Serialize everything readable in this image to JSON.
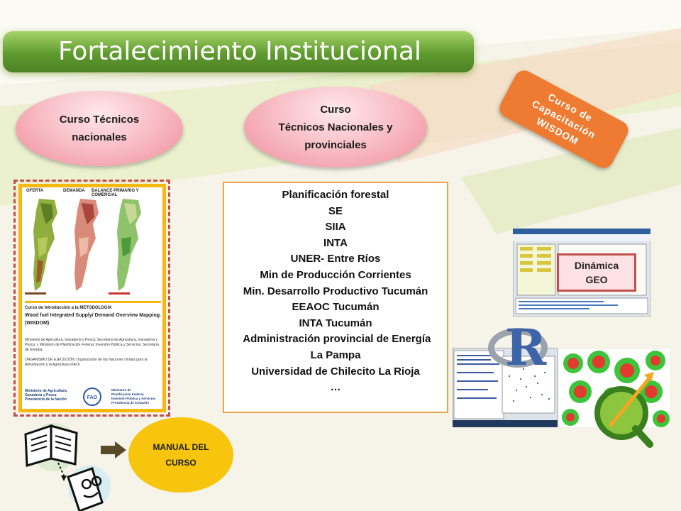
{
  "title": "Fortalecimiento Institucional",
  "oval_left": [
    "Curso Técnicos",
    "nacionales"
  ],
  "oval_center": [
    "Curso",
    "Técnicos Nacionales y",
    "provinciales"
  ],
  "orange_tag": [
    "Curso de",
    "Capacitación",
    "WISDOM"
  ],
  "institutions": [
    "Planificación forestal",
    "SE",
    "SIIA",
    "INTA",
    "UNER- Entre Ríos",
    "Min de Producción Corrientes",
    "Min. Desarrollo Productivo Tucumán",
    "EEAOC Tucumán",
    "INTA Tucumán",
    " Administración provincial de Energía",
    "La Pampa",
    "Universidad de Chilecito La Rioja",
    "…"
  ],
  "document": {
    "map_headers": [
      "OFERTA",
      "DEMANDA",
      "BALANCE PRIMARIO Y COMERCIAL"
    ],
    "course_title": "Curso de Introducción a la METODOLOGÍA",
    "course_subtitle": "Wood fuel Integrated Supply/ Demand Overview Mapping. (WISDOM)",
    "org_text": "Ministerio de Agricultura, Ganadería y Pesca; Secretaría de Agricultura, Ganadería y Pesca; y Ministerio de Planificación Federal, Inversión Pública y Servicios; Secretaría de Energía.",
    "exec_text": "ORGANISMO DE EJECUCIÓN: Organización de las Naciones Unidas para la Alimentación y la Agricultura (FAO)",
    "logo1": [
      "Ministerio de Agricultura,",
      "Ganadería y Pesca",
      "Presidencia de la Nación"
    ],
    "logo2": "FAO",
    "logo3": [
      "Ministerio de",
      "Planificación Federal,",
      "Inversión Pública y Servicios",
      "Presidencia de la Nación"
    ]
  },
  "manual": [
    "MANUAL DEL",
    "CURSO"
  ],
  "geo_label": [
    "Dinámica",
    "GEO"
  ],
  "r_logo": "R",
  "colors": {
    "title_green": "#5f9a2e",
    "tag_orange": "#ee7b31",
    "box_border": "#f0a14f",
    "manual_yellow": "#f7c40e",
    "dashed_red": "#c0504d"
  }
}
